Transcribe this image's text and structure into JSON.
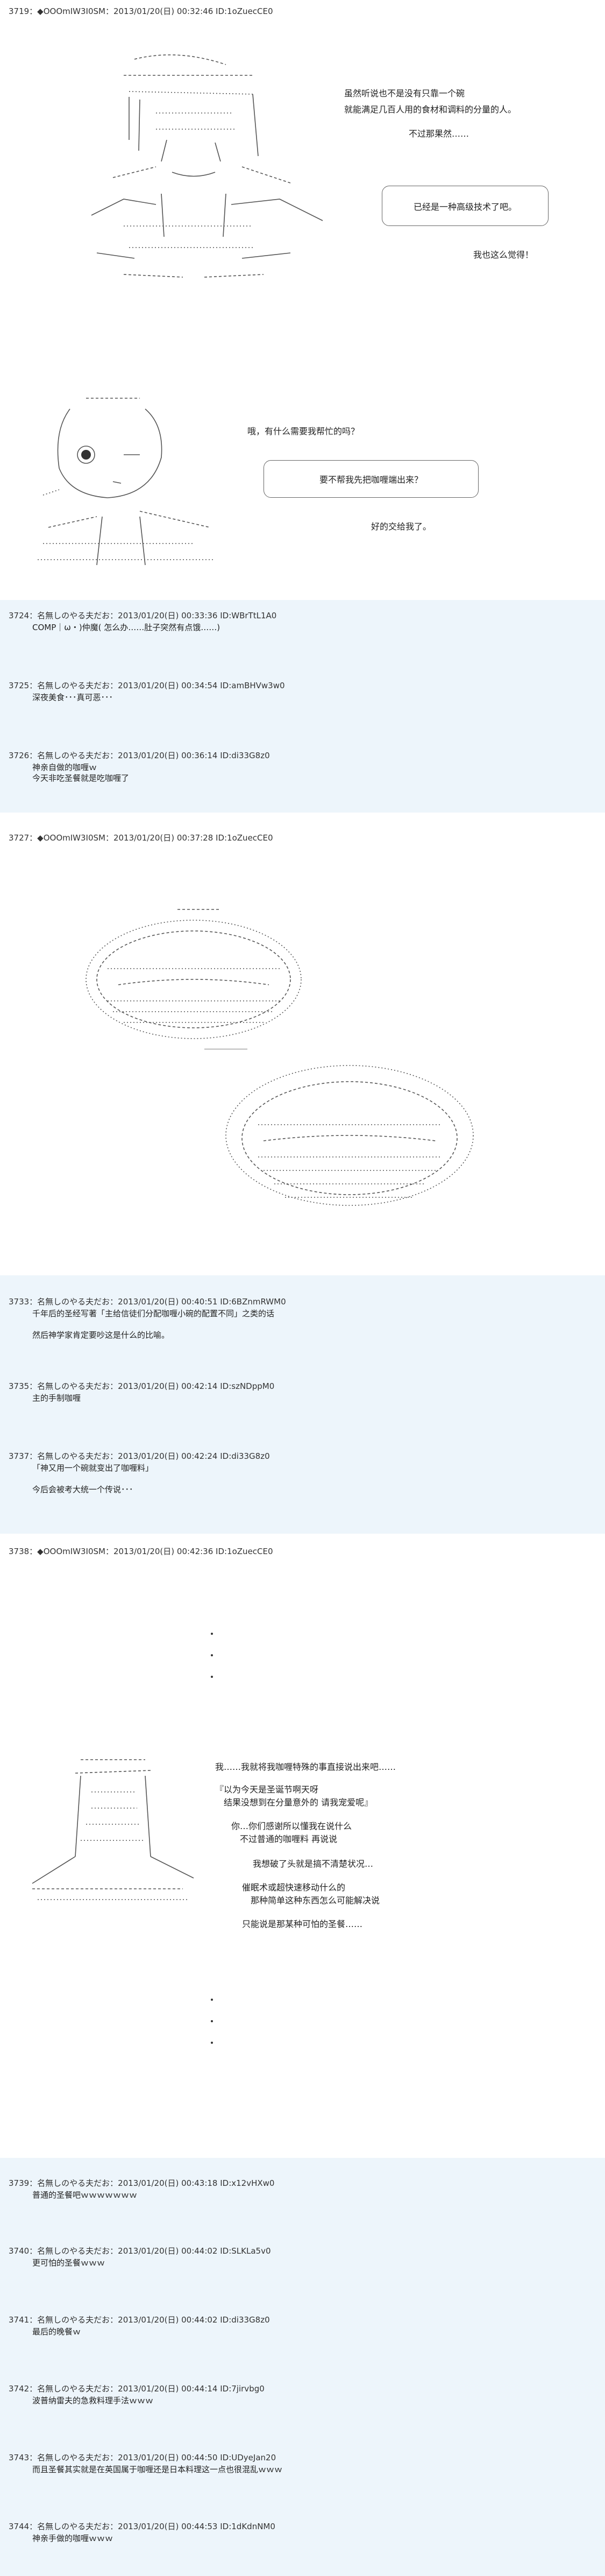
{
  "posts": [
    {
      "header": "3719：◆OOOmIW3I0SM：2013/01/20(日) 00:32:46 ID:1oZuecCE0",
      "lines": {
        "l1": "虽然听说也不是没有只靠一个碗",
        "l2": "就能满足几百人用的食材和调料的分量的人。",
        "l3": "不过那果然……",
        "bubble1": "已经是一种高级技术了吧。",
        "l4": "我也这么觉得！",
        "l5": "哦，有什么需要我帮忙的吗？",
        "bubble2": "要不帮我先把咖喱端出来？",
        "l6": "好的交给我了。"
      }
    },
    {
      "header": "3724：名無しのやる夫だお：2013/01/20(日) 00:33:36 ID:WBrTtL1A0",
      "lines": [
        "COMP｜ω・)仲魔( 怎么办……肚子突然有点饿……)"
      ]
    },
    {
      "header": "3725：名無しのやる夫だお：2013/01/20(日) 00:34:54 ID:amBHVw3w0",
      "lines": [
        "深夜美食･･･真可恶･･･"
      ]
    },
    {
      "header": "3726：名無しのやる夫だお：2013/01/20(日) 00:36:14 ID:di33G8z0",
      "lines": [
        "神亲自做的咖喱ｗ",
        "今天非吃圣餐就是吃咖喱了"
      ]
    },
    {
      "header": "3727：◆OOOmIW3I0SM：2013/01/20(日) 00:37:28 ID:1oZuecCE0"
    },
    {
      "header": "3733：名無しのやる夫だお：2013/01/20(日) 00:40:51 ID:6BZnmRWM0",
      "lines": [
        "千年后的圣经写著「主给信徒们分配咖喱小碗的配置不同」之类的话",
        "",
        "然后神学家肯定要吵这是什么的比喻。"
      ]
    },
    {
      "header": "3735：名無しのやる夫だお：2013/01/20(日) 00:42:14 ID:szNDppM0",
      "lines": [
        "主的手制咖喱"
      ]
    },
    {
      "header": "3737：名無しのやる夫だお：2013/01/20(日) 00:42:24 ID:di33G8z0",
      "lines": [
        "「神又用一个碗就变出了咖喱料」",
        "",
        "今后会被考大统一个传说･･･"
      ]
    },
    {
      "header": "3738：◆OOOmIW3I0SM：2013/01/20(日) 00:42:36 ID:1oZuecCE0",
      "lines": {
        "l1": "我……我就将我咖喱特殊的事直接说出来吧……",
        "l2": "『以为今天是圣诞节啊天呀",
        "l3": "　结果没想到在分量意外的 请我宠爱呢』",
        "l4": "你…你们感谢所以懂我在说什么",
        "l5": "　不过普通的咖喱料 再说说",
        "l6": "我想破了头就是搞不清楚状况…",
        "l7": "催眠术或超快速移动什么的",
        "l8": "　那种简单这种东西怎么可能解决说",
        "l9": "只能说是那某种可怕的圣餐……"
      }
    },
    {
      "header": "3739：名無しのやる夫だお：2013/01/20(日) 00:43:18 ID:x12vHXw0",
      "lines": [
        "普通的圣餐吧ｗｗｗｗｗｗｗ"
      ]
    },
    {
      "header": "3740：名無しのやる夫だお：2013/01/20(日) 00:44:02 ID:SLKLa5v0",
      "lines": [
        "更可怕的圣餐ｗｗｗ"
      ]
    },
    {
      "header": "3741：名無しのやる夫だお：2013/01/20(日) 00:44:02 ID:di33G8z0",
      "lines": [
        "最后的晚餐ｗ"
      ]
    },
    {
      "header": "3742：名無しのやる夫だお：2013/01/20(日) 00:44:14 ID:7jirvbg0",
      "lines": [
        "波普纳雷夫的急救料理手法ｗｗｗ"
      ]
    },
    {
      "header": "3743：名無しのやる夫だお：2013/01/20(日) 00:44:50 ID:UDyeJan20",
      "lines": [
        "而且圣餐其实就是在英国属于咖喱还是日本料理这一点也很混乱ｗｗｗ"
      ]
    },
    {
      "header": "3744：名無しのやる夫だお：2013/01/20(日) 00:44:53 ID:1dKdnNM0",
      "lines": [
        "神亲手做的咖喱ｗｗｗ"
      ]
    }
  ]
}
